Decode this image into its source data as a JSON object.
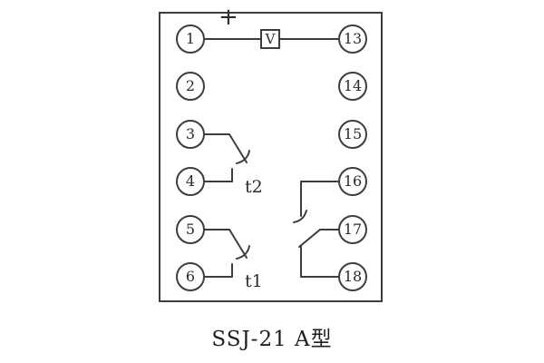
{
  "diagram": {
    "caption": "SSJ-21 A型",
    "plus_label": "+",
    "voltmeter_label": "V",
    "timer_labels": {
      "t1": "t1",
      "t2": "t2"
    },
    "terminals": {
      "left": [
        "1",
        "2",
        "3",
        "4",
        "5",
        "6"
      ],
      "right": [
        "13",
        "14",
        "15",
        "16",
        "17",
        "18"
      ]
    },
    "colors": {
      "line": "#3d3d3d",
      "background": "#ffffff",
      "text": "#2b2b2b"
    }
  }
}
